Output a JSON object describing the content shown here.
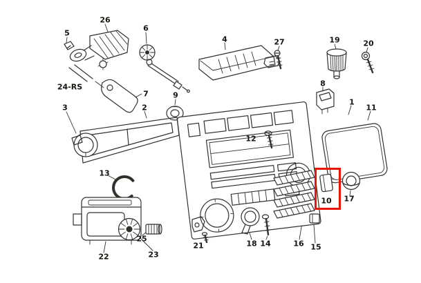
{
  "diagram": {
    "description": "Exploded parts diagram of a heater / climate control unit with numbered callouts",
    "background": "#ffffff",
    "line_color": "#33302c",
    "highlight": {
      "part": "10",
      "color": "#ea1506"
    },
    "labels": [
      {
        "text": "5"
      },
      {
        "text": "26"
      },
      {
        "text": "6"
      },
      {
        "text": "4"
      },
      {
        "text": "27"
      },
      {
        "text": "19"
      },
      {
        "text": "20"
      },
      {
        "text": "24-RS"
      },
      {
        "text": "7"
      },
      {
        "text": "9"
      },
      {
        "text": "3"
      },
      {
        "text": "2"
      },
      {
        "text": "8"
      },
      {
        "text": "1"
      },
      {
        "text": "11"
      },
      {
        "text": "12"
      },
      {
        "text": "13"
      },
      {
        "text": "10"
      },
      {
        "text": "17"
      },
      {
        "text": "18"
      },
      {
        "text": "14"
      },
      {
        "text": "16"
      },
      {
        "text": "15"
      },
      {
        "text": "25"
      },
      {
        "text": "22"
      },
      {
        "text": "23"
      },
      {
        "text": "21"
      }
    ]
  }
}
